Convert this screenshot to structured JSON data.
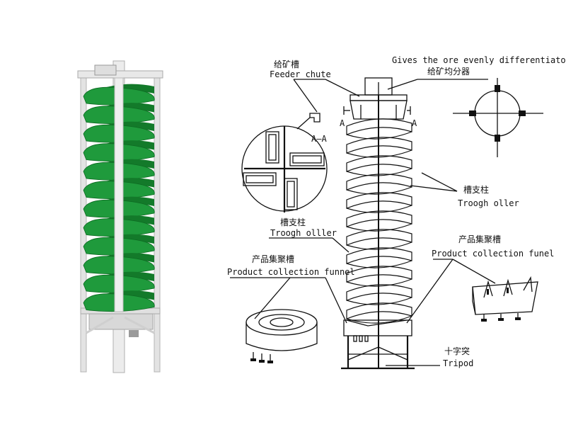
{
  "colors": {
    "spiral_green": "#1f9a3c",
    "spiral_green_dark": "#137a2a",
    "frame_gray": "#d6d6d6",
    "line": "#111111"
  },
  "labels": {
    "feeder_chute_zh": "给矿槽",
    "feeder_chute_en": "Feeder chute",
    "section_mark": "A—A",
    "distributor_en": "Gives the ore evenly differentiator",
    "distributor_zh": "给矿均分器",
    "section_a_left": "A",
    "section_a_right": "A",
    "trough_roller_zh": "槽支柱",
    "trough_roller_en": "Troogh oller",
    "trough_column_zh": "槽支柱",
    "trough_column_en": "Troogh olller",
    "collection_funnel_zh": "产品集聚槽",
    "collection_funnel_en": "Product collection funnel",
    "collection_funel_zh": "产品集聚槽",
    "collection_funel_en": "Product collection funel",
    "tripod_zh": "十字突",
    "tripod_en": "Tripod"
  }
}
